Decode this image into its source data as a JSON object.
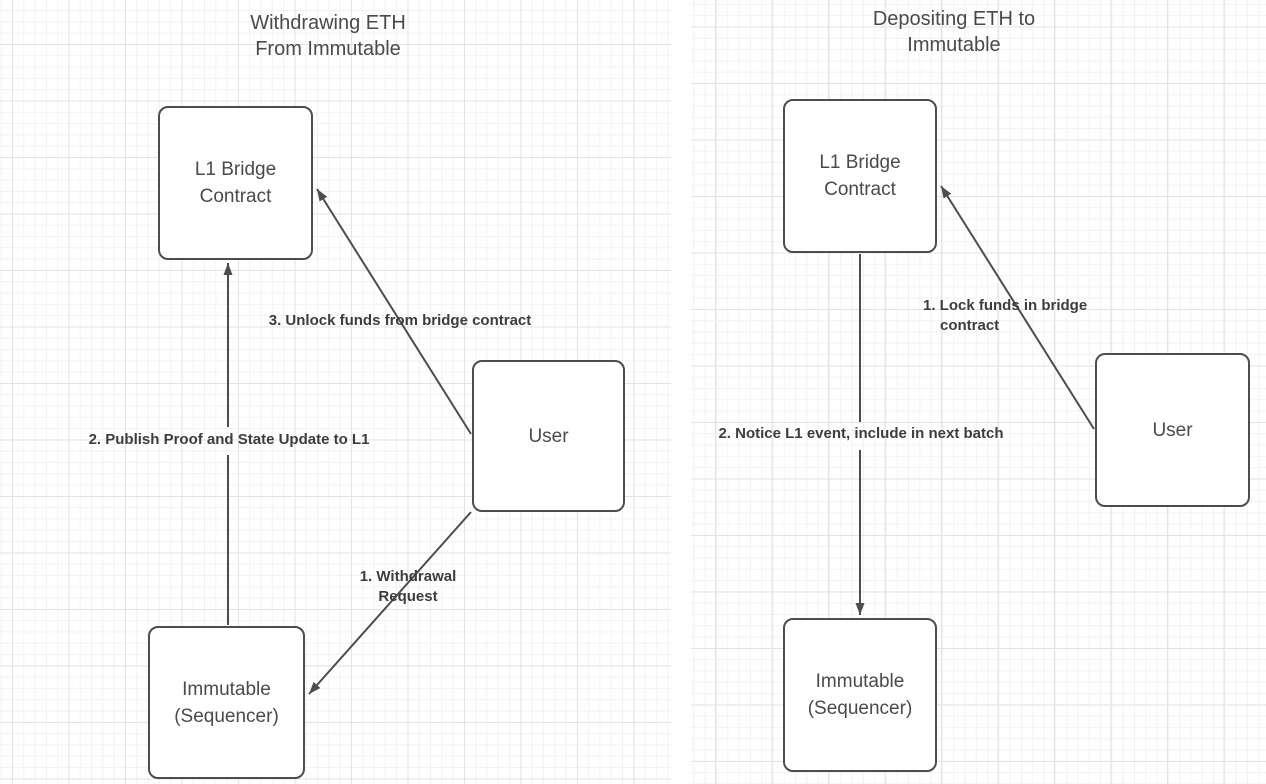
{
  "colors": {
    "background": "#ffffff",
    "grid_minor": "#f2f2f2",
    "grid_major": "#e3e3e3",
    "node_fill": "#ffffff",
    "node_border": "#4d4d4d",
    "line": "#4d4d4d",
    "text": "#4a4a4a",
    "label_text": "#3d3d3d"
  },
  "left": {
    "title": "Withdrawing ETH\nFrom Immutable",
    "nodes": {
      "bridge": "L1 Bridge\nContract",
      "user": "User",
      "sequencer": "Immutable\n(Sequencer)"
    },
    "edge_labels": {
      "step1": "1. Withdrawal\nRequest",
      "step2": "2. Publish Proof and State Update to L1",
      "step3": "3. Unlock funds from bridge contract"
    }
  },
  "right": {
    "title": "Depositing ETH to\nImmutable",
    "nodes": {
      "bridge": "L1 Bridge\nContract",
      "user": "User",
      "sequencer": "Immutable\n(Sequencer)"
    },
    "edge_labels": {
      "step1": "1. Lock funds in bridge\ncontract",
      "step2": "2. Notice L1 event, include in next batch"
    }
  }
}
